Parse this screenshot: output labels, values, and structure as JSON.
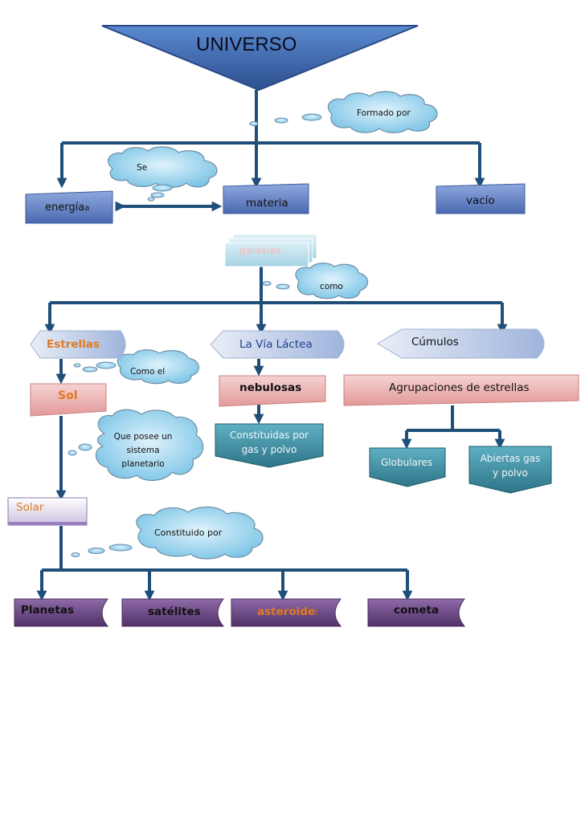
{
  "title": "UNIVERSO",
  "clouds": {
    "formado_por": "Formado por",
    "se": "Se",
    "como": "como",
    "como_el": "Como el",
    "que_posee_1": "Que posee un",
    "que_posee_2": "sistema",
    "que_posee_3": "planetario",
    "constituido_por": "Constituido por"
  },
  "nodes": {
    "energia_main": "energía",
    "energia_suffix": "a",
    "materia": "materia",
    "vacio": "vacío",
    "galaxias": "galaxias",
    "estrellas": "Estrellas",
    "via_lactea": "La Vía  Láctea",
    "cumulos": "Cúmulos",
    "sol": "Sol",
    "nebulosas": "nebulosas",
    "agrupaciones": "Agrupaciones de estrellas",
    "constituidas_1": "Constituidas por",
    "constituidas_2": "gas y polvo",
    "globulares": "Globulares",
    "abiertas_1": "Abiertas gas",
    "abiertas_2": "y polvo",
    "solar": "Solar",
    "planetas": "Planetas",
    "satelites": "satélites",
    "asteroides": "asteroides",
    "cometa": "cometa"
  },
  "colors": {
    "arrow": "#1f4e79",
    "title_fill": "#3d6db5",
    "box_blue": "#4a72b8",
    "box_pink": "#e9a0a0",
    "box_teal": "#3f8fa3",
    "box_purple": "#6a4a86",
    "cloud": "#7fc8ea",
    "orange_text": "#e07a22"
  }
}
